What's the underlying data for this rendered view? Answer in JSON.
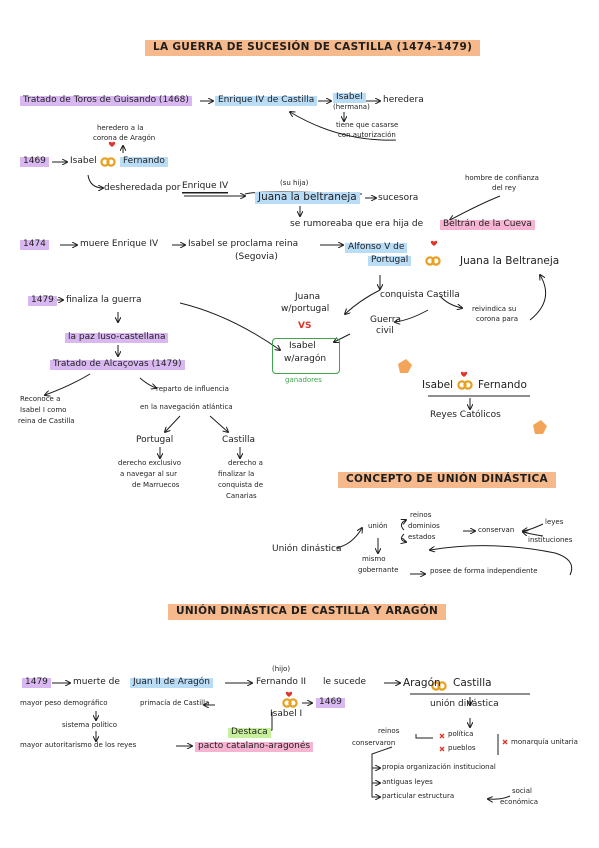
{
  "sections": {
    "title_1": "LA GUERRA DE SUCESIÓN DE CASTILLA (1474-1479)",
    "title_2": "CONCEPTO DE UNIÓN DINÁSTICA",
    "title_3": "UNIÓN DINÁSTICA DE CASTILLA Y ARAGÓN"
  },
  "block1": {
    "tratado": "Tratado de Toros de Guisando (1468)",
    "enrique": "Enrique IV de Castilla",
    "isabel": "Isabel",
    "hermana": "(hermana)",
    "heredera": "heredera",
    "tiene_que": "tiene que casarse",
    "con_autorizacion": "con autorización"
  },
  "block2": {
    "heredero": "heredero a la",
    "corona_aragon": "corona de Aragón",
    "year": "1469",
    "isabel": "Isabel",
    "fernando": "Fernando",
    "desheredada": "desheredada por",
    "enrique": "Enrique IV",
    "su_hija": "(su hija)",
    "juana": "Juana la beltraneja",
    "sucesora": "sucesora",
    "hombre": "hombre de confianza",
    "del_rey": "del rey",
    "rumoreaba": "se rumoreaba que era hija de",
    "beltran": "Beltrán de la Cueva"
  },
  "block3": {
    "year": "1474",
    "muere": "muere Enrique IV",
    "proclama": "Isabel se proclama reina",
    "segovia": "(Segovia)",
    "alfonso": "Alfonso V de",
    "portugal": "Portugal",
    "juana": "Juana la Beltraneja",
    "conquista": "conquista Castilla",
    "reivindica": "reivindica su",
    "corona_para": "corona para",
    "guerra": "Guerra",
    "civil": "civil",
    "juana_w": "Juana",
    "w_portugal": "w/portugal",
    "vs": "VS",
    "isabel_w": "Isabel",
    "w_aragon": "w/aragón",
    "ganadores": "ganadores"
  },
  "block4": {
    "year": "1479",
    "finaliza": "finaliza la guerra",
    "paz": "la paz luso-castellana",
    "tratado": "Tratado de Alcaçovas (1479)",
    "reconoce_1": "Reconoce a",
    "reconoce_2": "Isabel I como",
    "reconoce_3": "reina de Castilla",
    "reparto_1": "reparto de influencia",
    "reparto_2": "en la navegación atlántica",
    "portugal": "Portugal",
    "castilla": "Castilla",
    "port_1": "derecho exclusivo",
    "port_2": "a navegar al sur",
    "port_3": "de Marruecos",
    "cast_1": "derecho a",
    "cast_2": "finalizar la",
    "cast_3": "conquista de",
    "cast_4": "Canarias",
    "isabel": "Isabel",
    "fernando": "Fernando",
    "reyes": "Reyes Católicos"
  },
  "block5": {
    "union": "Unión dinástica",
    "union_w": "unión",
    "reinos": "reinos",
    "dominios": "dominios",
    "estados": "estados",
    "conservan": "conservan",
    "leyes": "leyes",
    "instituciones": "instituciones",
    "mismo": "mismo",
    "gobernante": "gobernante",
    "posee": "posee de forma independiente"
  },
  "block6": {
    "year": "1479",
    "muerte": "muerte de",
    "juan": "Juan II de Aragón",
    "hijo": "(hijo)",
    "fernando": "Fernando II",
    "le_sucede": "le sucede",
    "aragon": "Aragón",
    "castilla": "Castilla",
    "isabel": "Isabel I",
    "year2": "1469",
    "union": "unión dinástica",
    "destaca": "Destaca",
    "mayor_peso": "mayor peso demográfico",
    "primacia": "primacía de Castilla",
    "sistema": "sistema político",
    "autoritarismo": "mayor autoritarismo de los reyes",
    "pacto": "pacto catalano-aragonés",
    "reinos": "reinos",
    "conservan": "conservaron",
    "politica": "política",
    "pueblos": "pueblos",
    "monarquia": "monarquía unitaria",
    "propia": "propia organización institucional",
    "antiguas": "antiguas leyes",
    "particular": "particular estructura",
    "social": "social",
    "economica": "económica"
  },
  "colors": {
    "orange": "#f6b98b",
    "purple": "#d9b8f2",
    "blue": "#b9dcf7",
    "green": "#c7ef9c",
    "pink": "#f7b3d2",
    "red": "#e0342b",
    "ring": "#e8a020"
  }
}
